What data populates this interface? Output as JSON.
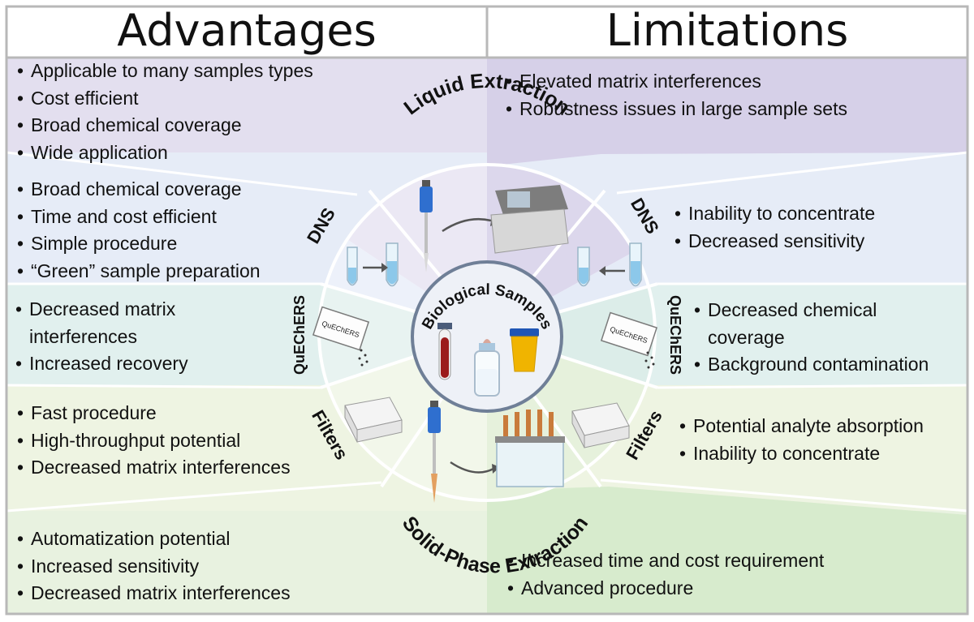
{
  "header": {
    "advantages_title": "Advantages",
    "limitations_title": "Limitations"
  },
  "colors": {
    "liquid_extraction": "#e3dfef",
    "dns": "#e6ecf7",
    "quechers": "#e1f0ee",
    "filters": "#eef4e2",
    "spe": "#e8f2e0",
    "divider": "#b8b8b8",
    "center_ring": "#6f7f97"
  },
  "center": {
    "label": "Biological Samples"
  },
  "methods": {
    "liquid_extraction": {
      "label": "Liquid Extraction"
    },
    "dns_left": {
      "label": "DNS"
    },
    "dns_right": {
      "label": "DNS"
    },
    "quechers_left": {
      "label": "QuEChERS",
      "packet_text": "QuEChERS"
    },
    "quechers_right": {
      "label": "QuEChERS",
      "packet_text": "QuEChERS"
    },
    "filters_left": {
      "label": "Filters"
    },
    "filters_right": {
      "label": "Filters"
    },
    "spe": {
      "label": "Solid-Phase Extraction"
    }
  },
  "advantages": {
    "liquid_extraction": [
      "Applicable to many samples types",
      "Cost efficient",
      "Broad chemical coverage",
      "Wide application"
    ],
    "dns": [
      "Broad chemical coverage",
      "Time and cost efficient",
      "Simple procedure",
      "“Green” sample preparation"
    ],
    "quechers": [
      "Decreased matrix",
      "interferences",
      "Increased recovery"
    ],
    "filters": [
      "Fast procedure",
      "High-throughput potential",
      "Decreased matrix interferences"
    ],
    "spe": [
      "Automatization potential",
      "Increased sensitivity",
      "Decreased matrix interferences"
    ]
  },
  "limitations": {
    "liquid_extraction": [
      "Elevated matrix interferences",
      "Robustness issues in large sample sets"
    ],
    "dns": [
      "Inability to concentrate",
      "Decreased sensitivity"
    ],
    "quechers": [
      "Decreased chemical",
      "coverage",
      "Background contamination"
    ],
    "filters": [
      "Potential analyte absorption",
      "Inability to concentrate"
    ],
    "spe": [
      "Increased time and cost requirement",
      "Advanced procedure"
    ]
  },
  "icons": {
    "pipette": "pipette-icon",
    "centrifuge": "centrifuge-icon",
    "tubes": "microtube-icon",
    "packet": "quechers-packet-icon",
    "filter_plate": "filter-plate-icon",
    "spe_manifold": "spe-manifold-icon",
    "blood_tube": "blood-tube-icon",
    "baby_bottle": "baby-bottle-icon",
    "urine_cup": "urine-cup-icon"
  }
}
